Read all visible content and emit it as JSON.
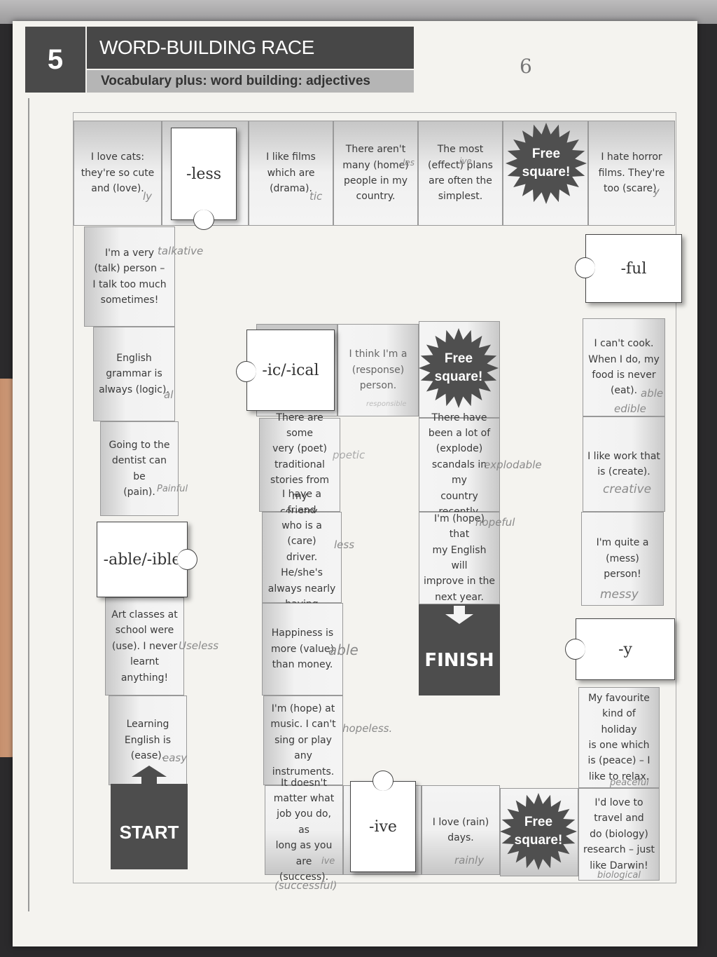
{
  "header": {
    "unit_number": "5",
    "title": "WORD-BUILDING RACE",
    "subtitle": "Vocabulary plus: word building: adjectives",
    "handwritten_note": "6"
  },
  "pieces": {
    "less": "-less",
    "ful": "-ful",
    "ic_ical": "-ic/-ical",
    "able_ible": "-able/-ible",
    "y": "-y",
    "ive": "-ive"
  },
  "free_square": "Free square!",
  "start": "START",
  "finish": "FINISH",
  "cells": {
    "top1": {
      "lines": [
        "I love cats:",
        "they're so cute",
        "and (love)."
      ],
      "answer": "ly"
    },
    "top3": {
      "lines": [
        "I like films",
        "which are",
        "(drama)."
      ],
      "answer": "tic"
    },
    "top4": {
      "lines": [
        "There aren't",
        "many (home)",
        "people in my",
        "country."
      ],
      "answer": "les"
    },
    "top5": {
      "lines": [
        "The most",
        "(effect) plans",
        "are often the",
        "simplest."
      ],
      "answer": "ive"
    },
    "top7": {
      "lines": [
        "I hate horror",
        "films. They're",
        "too (scare)."
      ],
      "answer": "y"
    },
    "left1": {
      "lines": [
        "I'm a very",
        "(talk) person –",
        "I talk too much",
        "sometimes!"
      ],
      "answer": "talkative"
    },
    "left2": {
      "lines": [
        "English",
        "grammar is",
        "always (logic)."
      ],
      "answer": "al"
    },
    "left3": {
      "lines": [
        "Going to the",
        "dentist can be",
        "(pain)."
      ],
      "answer": "Painful"
    },
    "left4": {
      "lines": [
        "Art classes at",
        "school were",
        "(use). I never",
        "learnt anything!"
      ],
      "answer": "Useless"
    },
    "left5": {
      "lines": [
        "Learning",
        "English is",
        "(ease)."
      ],
      "answer": "easy"
    },
    "mid_r1": {
      "lines": [
        "I think I'm a",
        "(response)",
        "person."
      ],
      "answer": "responsible"
    },
    "mid_a": {
      "lines": [
        "There are some",
        "very (poet)",
        "traditional",
        "stories from my",
        "country."
      ],
      "answer": "poetic"
    },
    "mid_b": {
      "lines": [
        "There have",
        "been a lot of",
        "(explode)",
        "scandals in my",
        "country recently."
      ],
      "answer": "explodable"
    },
    "mid_c": {
      "lines": [
        "I have a friend",
        "who is a (care)",
        "driver. He/she's",
        "always nearly",
        "having accidents."
      ],
      "answer": "less"
    },
    "mid_d": {
      "lines": [
        "I'm (hope) that",
        "my English will",
        "improve in the",
        "next year."
      ],
      "answer": "hopeful"
    },
    "mid_e": {
      "lines": [
        "Happiness is",
        "more (value)",
        "than money."
      ],
      "answer": "able"
    },
    "mid_f": {
      "lines": [
        "I'm (hope) at",
        "music. I can't",
        "sing or play any",
        "instruments."
      ],
      "answer": "hopeless."
    },
    "bot_a": {
      "lines": [
        "It doesn't",
        "matter what",
        "job you do, as",
        "long as you are",
        "(success)."
      ],
      "answer": "ive",
      "answer2": "(successful)"
    },
    "bot_c": {
      "lines": [
        "I love (rain)",
        "days."
      ],
      "answer": "rainly"
    },
    "right1": {
      "lines": [
        "I can't cook.",
        "When I do, my",
        "food is never",
        "(eat)."
      ],
      "answer": "able",
      "answer2": "edible"
    },
    "right2": {
      "lines": [
        "I like work that",
        "is (create)."
      ],
      "answer": "creative"
    },
    "right3": {
      "lines": [
        "I'm quite a",
        "(mess) person!"
      ],
      "answer": "messy"
    },
    "right4": {
      "lines": [
        "My favourite",
        "kind of holiday",
        "is one which",
        "is (peace) – I",
        "like to relax."
      ],
      "answer": "peaceful"
    },
    "right5": {
      "lines": [
        "I'd love to",
        "travel and",
        "do (biology)",
        "research – just",
        "like Darwin!"
      ],
      "answer": "biological"
    }
  }
}
